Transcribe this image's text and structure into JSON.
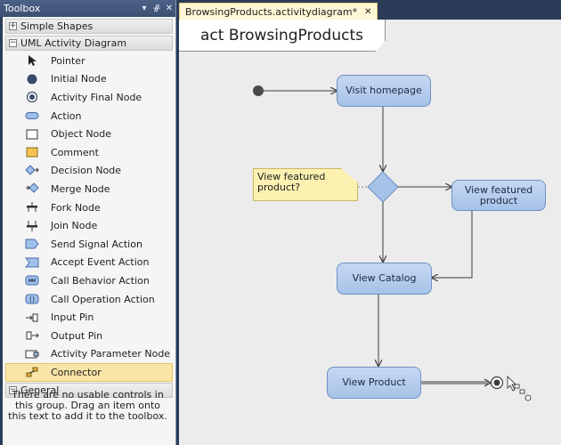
{
  "toolbox": {
    "title": "Toolbox",
    "controls": {
      "dropdown": "▾",
      "pin": "ᚌ",
      "close": "✕"
    },
    "groups": {
      "simple_shapes": {
        "label": "Simple Shapes",
        "expander": "+"
      },
      "uml_activity": {
        "label": "UML Activity Diagram",
        "expander": "−"
      },
      "general": {
        "label": "General",
        "expander": "−"
      }
    },
    "items": [
      {
        "label": "Pointer",
        "icon": "pointer-icon"
      },
      {
        "label": "Initial Node",
        "icon": "initial-node-icon"
      },
      {
        "label": "Activity Final Node",
        "icon": "activity-final-node-icon"
      },
      {
        "label": "Action",
        "icon": "action-icon"
      },
      {
        "label": "Object Node",
        "icon": "object-node-icon"
      },
      {
        "label": "Comment",
        "icon": "comment-icon"
      },
      {
        "label": "Decision Node",
        "icon": "decision-node-icon"
      },
      {
        "label": "Merge Node",
        "icon": "merge-node-icon"
      },
      {
        "label": "Fork Node",
        "icon": "fork-node-icon"
      },
      {
        "label": "Join Node",
        "icon": "join-node-icon"
      },
      {
        "label": "Send Signal Action",
        "icon": "send-signal-icon"
      },
      {
        "label": "Accept Event Action",
        "icon": "accept-event-icon"
      },
      {
        "label": "Call Behavior Action",
        "icon": "call-behavior-icon"
      },
      {
        "label": "Call Operation Action",
        "icon": "call-operation-icon"
      },
      {
        "label": "Input Pin",
        "icon": "input-pin-icon"
      },
      {
        "label": "Output Pin",
        "icon": "output-pin-icon"
      },
      {
        "label": "Activity Parameter Node",
        "icon": "activity-parameter-icon"
      },
      {
        "label": "Connector",
        "icon": "connector-icon",
        "selected": true
      }
    ],
    "general_message": "There are no usable controls in this group. Drag an item onto this text to add it to the toolbox."
  },
  "document": {
    "tab_label": "BrowsingProducts.activitydiagram*",
    "tab_close": "✕",
    "frame_label": "act BrowsingProducts",
    "nodes": {
      "visit_homepage": "Visit homepage",
      "view_featured_product": "View featured product",
      "view_catalog": "View Catalog",
      "view_product": "View Product"
    },
    "comment": "View featured product?",
    "colors": {
      "node_fill": "#b3cbec",
      "node_border": "#6f90c4",
      "comment_fill": "#fdf1b2",
      "selection": "#fae5a8",
      "titlebar": "#3b4e72"
    }
  }
}
